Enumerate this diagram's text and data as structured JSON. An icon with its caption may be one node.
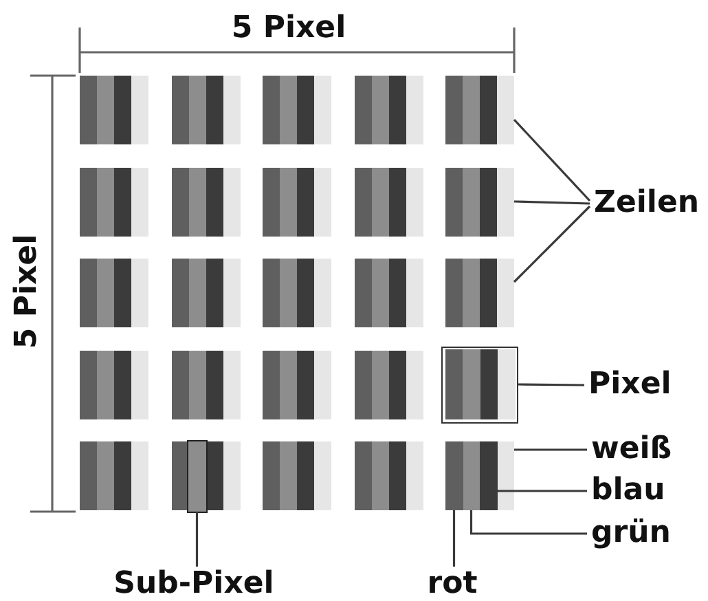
{
  "diagram": {
    "nodes": [
      {
        "text": [],
        "shape": "box"
      },
      {
        "text": [],
        "shape": "box"
      },
      {
        "text": [],
        "shape": "box"
      },
      {
        "text": [],
        "shape": "box"
      },
      {
        "text": [],
        "shape": "box"
      },
      {
        "text": [],
        "shape": "box"
      },
      {
        "text": [],
        "shape": "box"
      },
      {
        "text": [],
        "shape": "box"
      },
      {
        "text": [],
        "shape": "box"
      },
      {
        "text": [],
        "shape": "box"
      },
      {
        "text": [],
        "shape": "box"
      },
      {
        "text": [],
        "shape": "box"
      },
      {
        "text": [],
        "shape": "box"
      },
      {
        "text": [],
        "shape": "box"
      },
      {
        "text": [],
        "shape": "box"
      },
      {
        "text": [],
        "shape": "box"
      },
      {
        "text": [],
        "shape": "box"
      },
      {
        "text": [],
        "shape": "box"
      },
      {
        "text": [],
        "shape": "box"
      },
      {
        "text": [],
        "shape": "box"
      },
      {
        "text": [],
        "shape": "box"
      },
      {
        "text": [],
        "shape": "box"
      },
      {
        "text": [],
        "shape": "box"
      },
      {
        "text": [],
        "shape": "box"
      },
      {
        "text": [],
        "shape": "box"
      },
      {
        "text": [],
        "shape": "bar",
        "in": 21
      },
      {
        "text": [],
        "shape": "bar",
        "in": 24
      },
      {
        "text": [],
        "shape": "bar",
        "in": 24
      },
      {
        "text": [],
        "shape": "bar",
        "in": 24
      },
      {
        "text": [],
        "shape": "bar",
        "in": 24
      },
      {
        "text": [
          "Zeilen"
        ]
      },
      {
        "text": [
          "Pixel"
        ]
      },
      {
        "text": [
          "weiß"
        ]
      },
      {
        "text": [
          "blau"
        ]
      },
      {
        "text": [
          "grün"
        ]
      },
      {
        "text": [
          "Sub-Pixel"
        ]
      },
      {
        "text": [
          "rot"
        ]
      }
    ],
    "edges": [
      {
        "from": 30,
        "to": 4,
        "arrow": "none"
      },
      {
        "from": 30,
        "to": 9,
        "arrow": "none"
      },
      {
        "from": 30,
        "to": 14,
        "arrow": "none"
      },
      {
        "from": 31,
        "to": 19,
        "arrow": "none"
      },
      {
        "from": 32,
        "to": 29,
        "arrow": "none"
      },
      {
        "from": 33,
        "to": 28,
        "arrow": "none"
      },
      {
        "from": 34,
        "to": 27,
        "arrow": "none"
      },
      {
        "from": 35,
        "to": 25,
        "arrow": "none"
      },
      {
        "from": 36,
        "to": 26,
        "arrow": "none"
      }
    ],
    "labels": [
      "5 Pixel",
      "5 Pixel"
    ]
  }
}
